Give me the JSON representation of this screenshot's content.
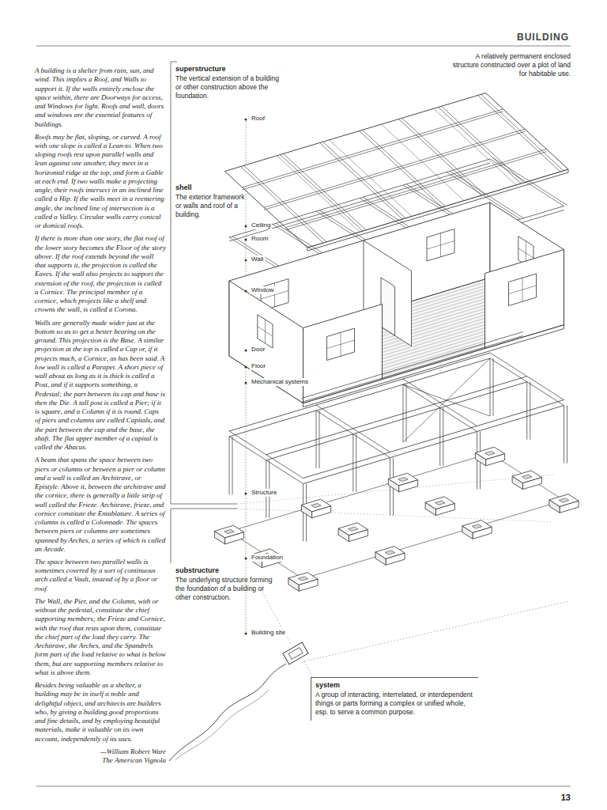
{
  "diagram": {
    "title": "BUILDING",
    "nodes": [
      {
        "text": [
          "system",
          "A group of interacting, interrelated, or interdependent things or parts forming a complex or unified whole, esp. to serve a common purpose."
        ]
      }
    ],
    "labels": [
      "A building is a shelter from rain, sun, and wind. This implies a Roof, and Walls to support it. If the walls entirely enclose the space within, there are Doorways for access, and Windows for light. Roofs and wall, doors and windows are the essential features of buildings.",
      "Roofs may be flat, sloping, or curved. A roof with one slope is called a Lean-to. When two sloping roofs rest upon parallel walls and lean against one another, they meet in a horizontal ridge at the top, and form a Gable at each end. If two walls make a projecting angle, their roofs intersect in an inclined line called a Hip. If the walls meet in a reentering angle, the inclined line of intersection is a called a Valley. Circular walls carry conical or domical roofs.",
      "If there is more than one story, the flat roof of the lower story becomes the Floor of the story above. If the roof extends beyond the wall that supports it, the projection is called the Eaves. If the wall also projects to support the extension of the roof, the projection is called a Cornice. The principal member of a cornice, which projects like a shelf and crowns the wall, is called a Corona.",
      "Walls are generally made wider just at the bottom so as to get a better bearing on the ground. This projection is the Base. A similar projection at the top is called a Cap or, if it projects much, a Cornice, as has been said. A low wall is called a Parapet. A short piece of wall about as long as it is thick is called a Post, and if it supports something, a Pedestal; the part between its cap and base is then the Die. A tall post is called a Pier; if it is square, and a Column if it is round. Caps of piers and columns are called Capitals, and the part between the cap and the base, the shaft. The flat upper member of a capital is called the Abacus.",
      "A beam that spans the space between two piers or columns or between a pier or column and a wall is called an Architrave, or Epistyle. Above it, between the architrave and the cornice, there is generally a little strip of wall called the Frieze. Architrave, frieze, and cornice constitute the Entablature. A series of columns is called a Colonnade. The spaces between piers or columns are sometimes spanned by Arches, a series of which is called an Arcade.",
      "The space between two parallel walls is sometimes covered by a sort of continuous arch called a Vault, instead of by a floor or roof.",
      "The Wall, the Pier, and the Column, with or without the pedestal, constitute the chief supporting members; the Frieze and Cornice, with the roof that rests upon them, constitute the chief part of the load they carry. The Architrave, the Arches, and the Spandrels form part of the load relative to what is below them, but are supporting members relative to what is above them.",
      "Besides being valuable as a shelter, a building may be in itself a noble and delightful object, and architects are builders who, by giving a building good proportions and fine details, and by employing beautiful materials, make it valuable on its own account, independently of its uses.",
      "—William Robert Ware",
      "The American Vignola",
      "A relatively permanent enclosed structure constructed over a plot of land for habitable use.",
      "superstructure",
      "The vertical extension of a building or other construction above the foundation.",
      "Roof",
      "shell",
      "The exterior framework or walls and roof of a building.",
      "Ceiling",
      "Room",
      "Wall",
      "Window",
      "Door",
      "Floor",
      "Mechanical systems",
      "Structure",
      "Foundation",
      "substructure",
      "The underlying structure forming the foundation of a building or other construction.",
      "Building site",
      "13"
    ]
  }
}
